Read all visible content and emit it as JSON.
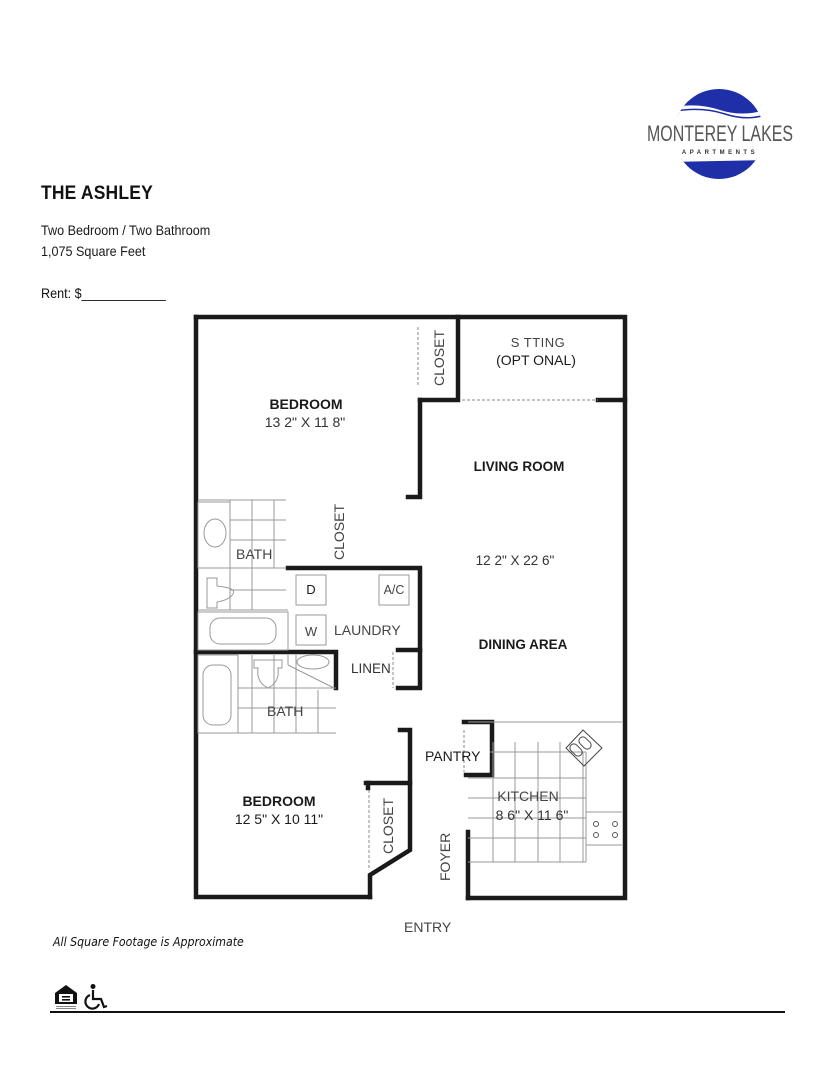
{
  "logo": {
    "name": "MONTEREY LAKES",
    "tagline": "APARTMENTS",
    "brand_color": "#1e2fa8",
    "text_color": "#555555"
  },
  "header": {
    "title": "THE ASHLEY",
    "bed_bath": "Two Bedroom / Two Bathroom",
    "square_feet": "1,075 Square Feet",
    "rent_label": "Rent: $____________"
  },
  "floorplan": {
    "rooms": {
      "bedroom1": {
        "label": "BEDROOM",
        "dims": "13 2\" X 11 8\""
      },
      "closet1": {
        "label": "CLOSET"
      },
      "sitting": {
        "label": "S TTING",
        "note": "(OPT ONAL)"
      },
      "living": {
        "label": "LIVING ROOM",
        "dims": "12 2\"  X  22 6\""
      },
      "closet2": {
        "label": "CLOSET"
      },
      "bath1": {
        "label": "BATH"
      },
      "dryer": {
        "label": "D"
      },
      "washer": {
        "label": "W"
      },
      "ac": {
        "label": "A/C"
      },
      "laundry": {
        "label": "LAUNDRY"
      },
      "linen": {
        "label": "LINEN"
      },
      "dining": {
        "label": "DINING AREA"
      },
      "bath2": {
        "label": "BATH"
      },
      "pantry": {
        "label": "PANTRY"
      },
      "kitchen": {
        "label": "KITCHEN",
        "dims": "8 6\" X 11 6\""
      },
      "bedroom2": {
        "label": "BEDROOM",
        "dims": "12 5\" X 10 11\""
      },
      "closet3": {
        "label": "CLOSET"
      },
      "foyer": {
        "label": "FOYER"
      },
      "entry": {
        "label": "ENTRY"
      }
    }
  },
  "footer": {
    "note": "All Square Footage is Approximate",
    "icons": [
      "equal-housing-opportunity-icon",
      "wheelchair-accessible-icon"
    ]
  }
}
